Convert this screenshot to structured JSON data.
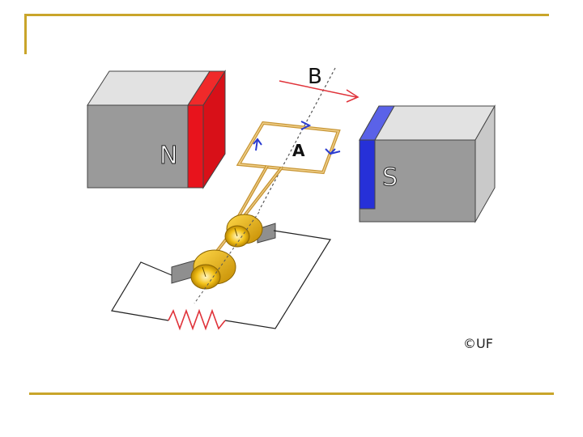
{
  "diagram": {
    "labels": {
      "north_pole": "N",
      "south_pole": "S",
      "field": "B",
      "area": "A",
      "copyright": "©UF"
    },
    "colors": {
      "frame_gold": "#c9a52a",
      "north_stripe": "#e8131c",
      "south_stripe": "#2630d8",
      "magnet_front": "#9a9a9a",
      "magnet_top": "#e2e2e2",
      "magnet_side": "#c2c2c2",
      "coil_copper": "#c89636",
      "field_arrow": "#e0333a",
      "current_arrow": "#2a3bd0",
      "slip_ring_gold": "#f0b800",
      "resistor": "#e0333a"
    },
    "icons": [
      "north-magnet",
      "south-magnet",
      "wire-loop",
      "slip-rings",
      "brushes",
      "resistor"
    ]
  }
}
